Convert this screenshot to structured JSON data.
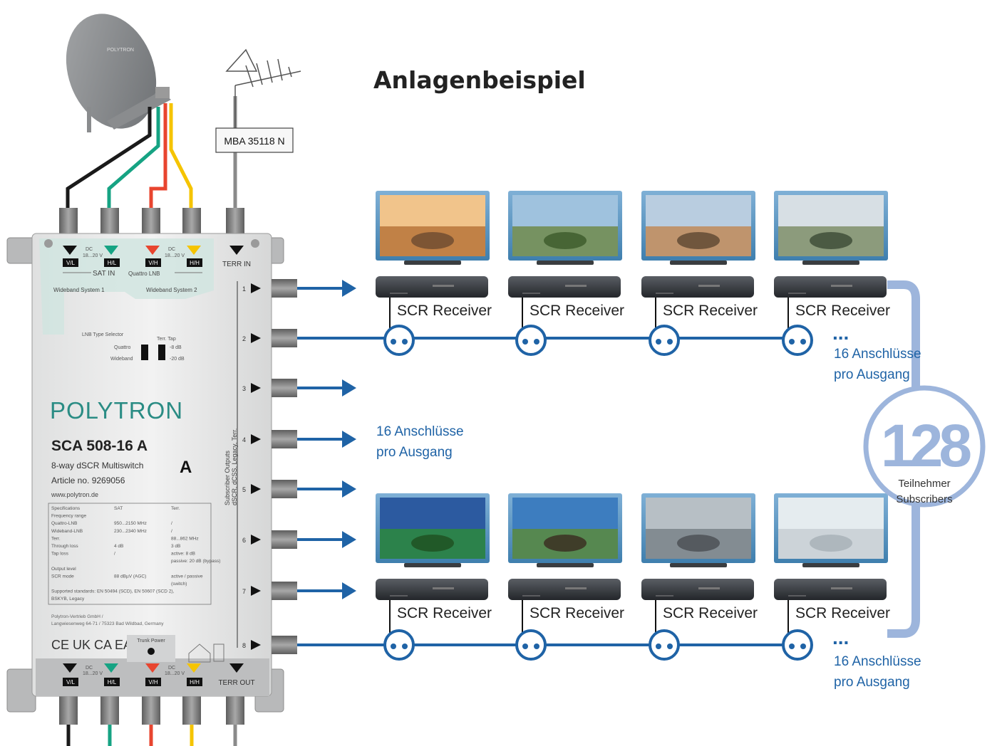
{
  "title": "Anlagenbeispiel",
  "terrestrial_amp_label": "MBA 35118 N",
  "dish_brand": "POLYTRON",
  "receiver_label": "SCR Receiver",
  "subscriber_note": {
    "line1": "16 Anschlüsse",
    "line2": "pro Ausgang"
  },
  "ellipsis": "...",
  "total": {
    "number": "128",
    "line1": "Teilnehmer",
    "line2": "Subscribers"
  },
  "colors": {
    "accent_blue": "#1f63a6",
    "badge_blue": "#9db5dc",
    "cable_black": "#1a1a1a",
    "cable_green": "#16a383",
    "cable_red": "#e8452f",
    "cable_yellow": "#f5c400",
    "cable_grey": "#8a8a8a"
  },
  "device": {
    "brand": "POLYTRON",
    "model": "SCA 508-16 A",
    "type": "8-way dSCR Multiswitch",
    "article": "Article no. 9269056",
    "website": "www.polytron.de",
    "class_label": "A",
    "top_inputs": [
      "V/L",
      "H/L",
      "V/H",
      "H/H"
    ],
    "dc_label": "DC",
    "dc_range": "18...20 V",
    "terr_in": "TERR IN",
    "terr_out": "TERR OUT",
    "sat_in": "SAT IN",
    "sat_in_sub": "Quattro LNB",
    "wideband1": "Wideband System 1",
    "wideband2": "Wideband System 2",
    "lnb_selector": "LNB Type Selector",
    "quattro": "Quattro",
    "wideband": "Wideband",
    "terr_tap": "Terr. Tap",
    "tap1": "-8 dB",
    "tap2": "-20 dB",
    "outputs": [
      "1",
      "2",
      "3",
      "4",
      "5",
      "6",
      "7",
      "8"
    ],
    "outputs_side_1": "Subscriber Outputs",
    "outputs_side_2": "dSCR, dCSS, Legacy, Terr.",
    "spec_table": [
      [
        "Specifications",
        "SAT",
        "Terr."
      ],
      [
        "Frequency range",
        "",
        ""
      ],
      [
        "Quattro-LNB",
        "950...2150 MHz",
        "/"
      ],
      [
        "Wideband-LNB",
        "230...2340 MHz",
        "/"
      ],
      [
        "Terr.",
        "",
        "88...862 MHz"
      ],
      [
        "Through loss",
        "4 dB",
        "3 dB"
      ],
      [
        "Tap loss",
        "/",
        "active: 8 dB"
      ],
      [
        "",
        "",
        "passive: 20 dB (bypass)"
      ],
      [
        "Output level",
        "",
        ""
      ],
      [
        "SCR mode",
        "88 dBµV (AGC)",
        "active / passive"
      ],
      [
        "",
        "",
        "(switch)"
      ],
      [
        "Supported standards: EN 50494 (SCD), EN 50607 (SCD 2),",
        "",
        ""
      ],
      [
        "BSKYB, Legacy",
        "",
        ""
      ]
    ],
    "maker1": "Polytron-Vertrieb GmbH /",
    "maker2": "Langwiesenweg 64-71 / 75323 Bad Wildbad, Germany",
    "trunk_power": "Trunk Power",
    "marks": "CE UK CA EAC"
  }
}
